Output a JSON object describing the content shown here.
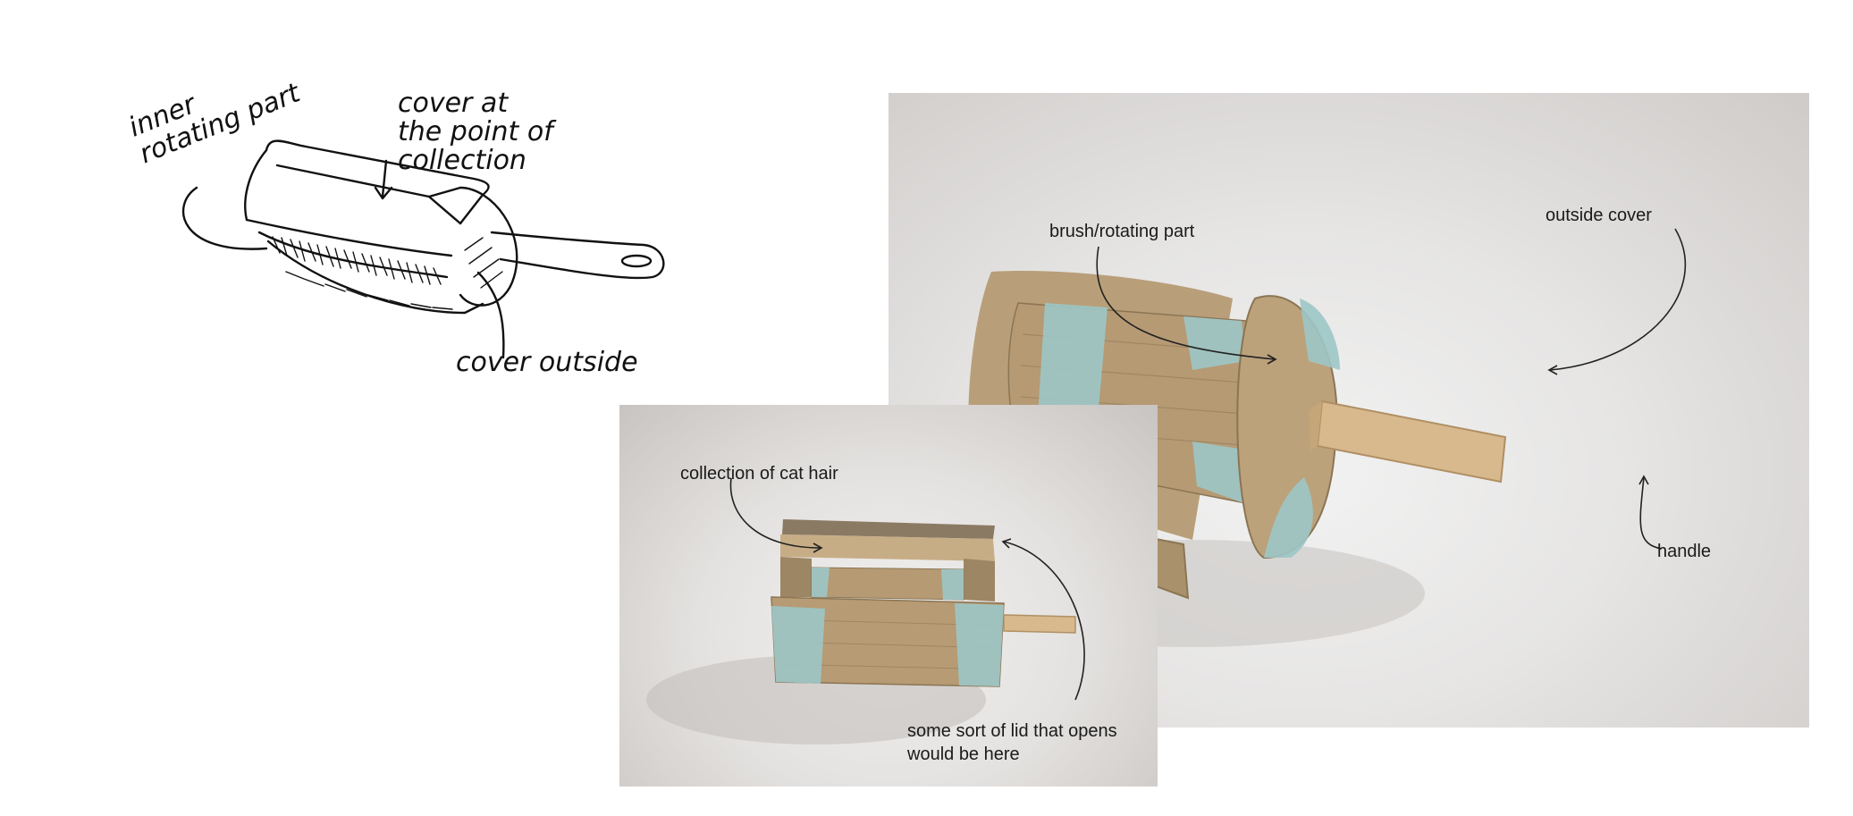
{
  "sketch": {
    "labels": {
      "inner_rotating_part": "inner\nrotating part",
      "cover_collection": "cover at\nthe point of\ncollection",
      "cover_outside": "cover outside"
    }
  },
  "photo_large": {
    "labels": {
      "brush_rotating_part": "brush/rotating part",
      "outside_cover": "outside cover",
      "handle": "handle"
    }
  },
  "photo_small": {
    "labels": {
      "collection_cat_hair": "collection of cat hair",
      "lid": "some sort of lid that opens\nwould be here"
    }
  },
  "colors": {
    "cardboard": "#b59a74",
    "tape": "#9dc6c6",
    "wood": "#d8b98e",
    "ink": "#111111"
  }
}
